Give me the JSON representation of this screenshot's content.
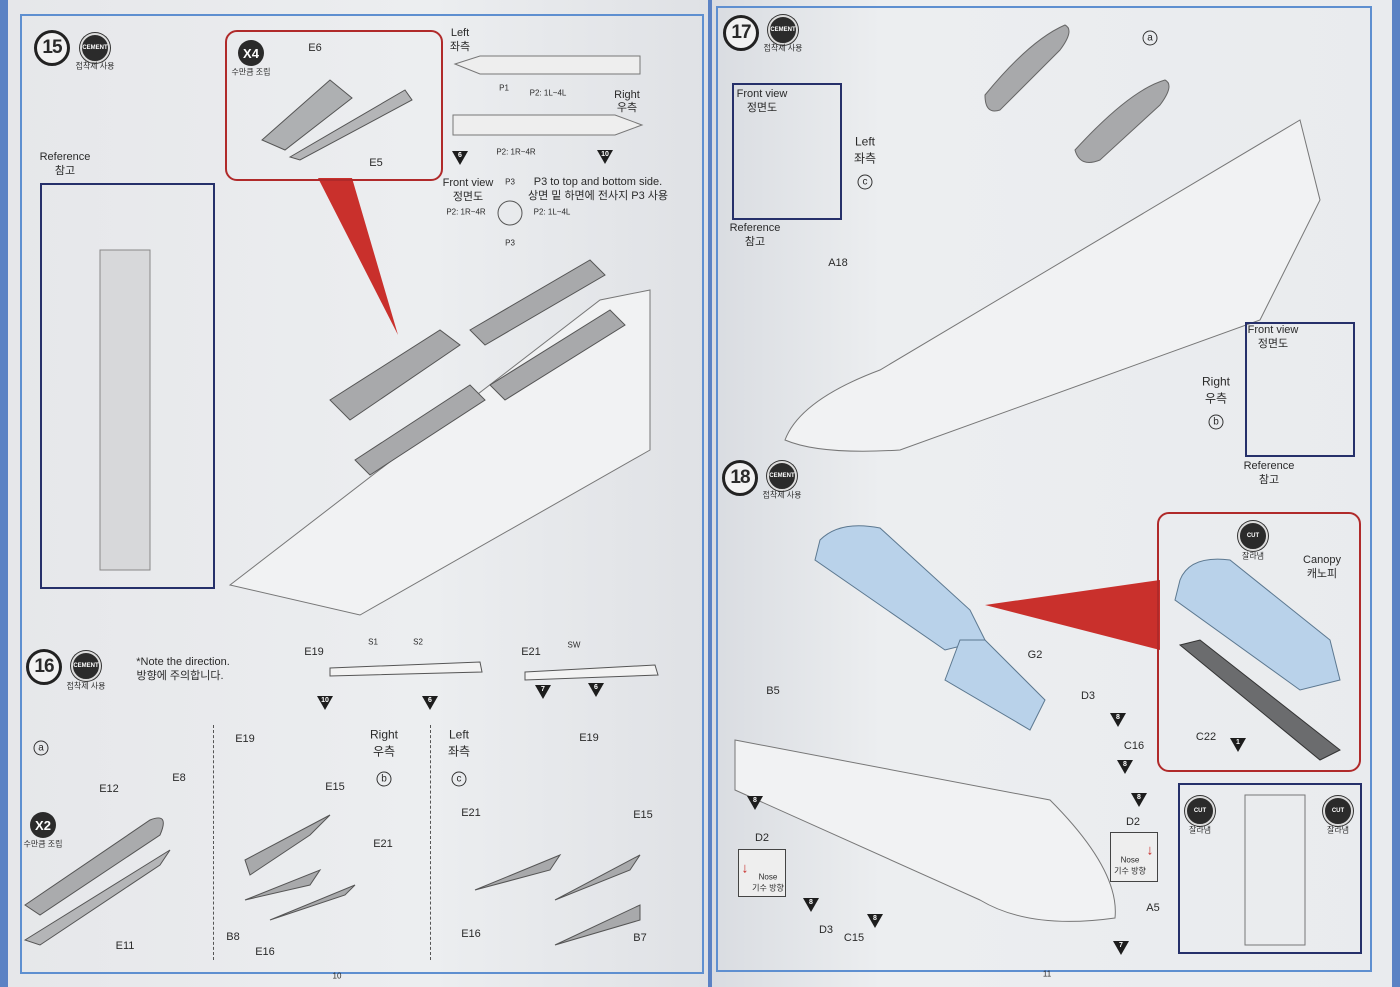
{
  "colors": {
    "frame": "#5e8fd0",
    "callout": "#b02a2a",
    "canopy": "#b9d2ea",
    "part_gray": "#a8a9ab",
    "arrow_red": "#c9302c",
    "background": "#5b82c4"
  },
  "left_page": {
    "page_number": "10",
    "step15": {
      "number": "15",
      "cement": "CEMENT",
      "cement_ko": "접착제 사용",
      "callout": {
        "qty": "X4",
        "qty_ko": "수만큼 조립",
        "parts": [
          "E6",
          "E5"
        ]
      },
      "decal_left": {
        "title": "Left",
        "title_ko": "좌측",
        "p1": "P1",
        "p2": "P2: 1L~4L"
      },
      "decal_right": {
        "title": "Right",
        "title_ko": "우측",
        "p2": "P2: 1R~4R",
        "marker_a": "6",
        "marker_b": "10"
      },
      "front_view": {
        "title": "Front view",
        "title_ko": "정면도",
        "top": "P3",
        "bottom": "P3",
        "left": "P2: 1R~4R",
        "right": "P2: 1L~4L",
        "note": "P3 to top and bottom side.",
        "note_ko": "상면 밑 하면에 전사지 P3 사용"
      },
      "reference": {
        "title": "Reference",
        "title_ko": "참고"
      }
    },
    "step16": {
      "number": "16",
      "cement": "CEMENT",
      "cement_ko": "접착제 사용",
      "note": "*Note the direction.",
      "note_ko": "방향에 주의합니다.",
      "missile_e19": {
        "part": "E19",
        "s1": "S1",
        "s2": "S2",
        "marker_a": "10",
        "marker_b": "6"
      },
      "missile_e21": {
        "part": "E21",
        "sw": "SW",
        "marker_a": "7",
        "marker_b": "6"
      },
      "sub_a": {
        "tag": "a",
        "qty": "X2",
        "qty_ko": "수만큼 조립",
        "parts": [
          "E12",
          "E8",
          "E11"
        ]
      },
      "sub_b": {
        "title": "Right",
        "title_ko": "우측",
        "tag": "b",
        "parts": [
          "E19",
          "E15",
          "E21",
          "B8",
          "E16"
        ]
      },
      "sub_c": {
        "title": "Left",
        "title_ko": "좌측",
        "tag": "c",
        "parts": [
          "E19",
          "E21",
          "E15",
          "E16",
          "B7"
        ]
      }
    }
  },
  "right_page": {
    "page_number": "11",
    "step17": {
      "number": "17",
      "cement": "CEMENT",
      "cement_ko": "접착제 사용",
      "tag_a": "a",
      "front_view_left": {
        "title": "Front view",
        "title_ko": "정면도",
        "reference": "Reference",
        "reference_ko": "참고"
      },
      "left": {
        "title": "Left",
        "title_ko": "좌측",
        "tag": "c"
      },
      "right": {
        "title": "Right",
        "title_ko": "우측",
        "tag": "b"
      },
      "front_view_right": {
        "title": "Front view",
        "title_ko": "정면도",
        "reference": "Reference",
        "reference_ko": "참고"
      },
      "part": "A18"
    },
    "step18": {
      "number": "18",
      "cement": "CEMENT",
      "cement_ko": "접착제 사용",
      "callout": {
        "cut": "CUT",
        "cut_ko": "잘라냄",
        "canopy": "Canopy",
        "canopy_ko": "캐노피",
        "part": "C22",
        "marker": "1"
      },
      "parts": {
        "b5": "B5",
        "g2": "G2",
        "d3a": "D3",
        "c16": "C16",
        "d2a": "D2",
        "d2b": "D2",
        "d3b": "D3",
        "c15": "C15",
        "a5": "A5"
      },
      "markers": [
        "8",
        "8",
        "8",
        "8",
        "8",
        "8",
        "7"
      ],
      "nose": {
        "label": "Nose",
        "label_ko": "기수 방향"
      },
      "cut_view": {
        "cut": "CUT",
        "cut_ko": "잘라냄"
      }
    }
  }
}
